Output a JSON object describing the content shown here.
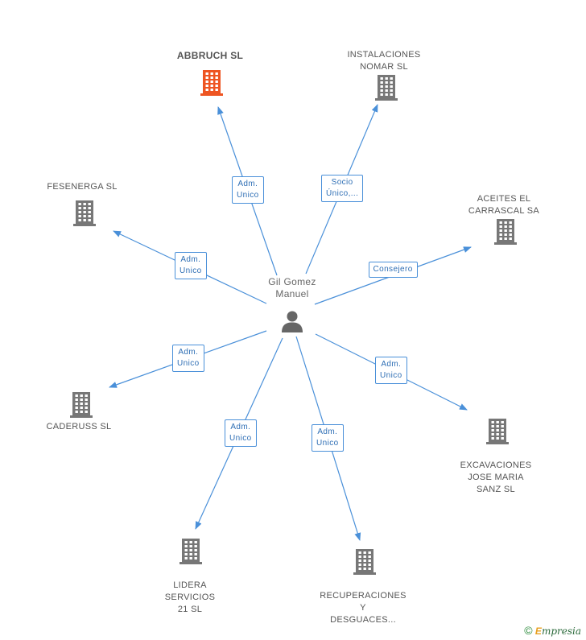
{
  "center": {
    "label": "Gil Gomez\nManuel",
    "icon": "person-icon"
  },
  "colors": {
    "edge": "#4a90d9",
    "building": "#777777",
    "highlight": "#ee5522"
  },
  "nodes": [
    {
      "id": "abbruch",
      "label": "ABBRUCH SL",
      "highlight": true
    },
    {
      "id": "nomar",
      "label": "INSTALACIONES\nNOMAR SL"
    },
    {
      "id": "fesenerga",
      "label": "FESENERGA  SL"
    },
    {
      "id": "aceites",
      "label": "ACEITES EL\nCARRASCAL SA"
    },
    {
      "id": "caderuss",
      "label": "CADERUSS SL"
    },
    {
      "id": "excavaciones",
      "label": "EXCAVACIONES\nJOSE MARIA\nSANZ SL"
    },
    {
      "id": "lidera",
      "label": "LIDERA\nSERVICIOS\n21  SL"
    },
    {
      "id": "recuperaciones",
      "label": "RECUPERACIONES\nY\nDESGUACES..."
    }
  ],
  "edges": [
    {
      "to": "abbruch",
      "label": "Adm.\nUnico"
    },
    {
      "to": "nomar",
      "label": "Socio\nÚnico,..."
    },
    {
      "to": "fesenerga",
      "label": "Adm.\nUnico"
    },
    {
      "to": "aceites",
      "label": "Consejero"
    },
    {
      "to": "caderuss",
      "label": "Adm.\nUnico"
    },
    {
      "to": "excavaciones",
      "label": "Adm.\nUnico"
    },
    {
      "to": "lidera",
      "label": "Adm.\nUnico"
    },
    {
      "to": "recuperaciones",
      "label": "Adm.\nUnico"
    }
  ],
  "footer": {
    "copyright": "©",
    "brand_initial": "E",
    "brand_rest": "mpresia"
  }
}
